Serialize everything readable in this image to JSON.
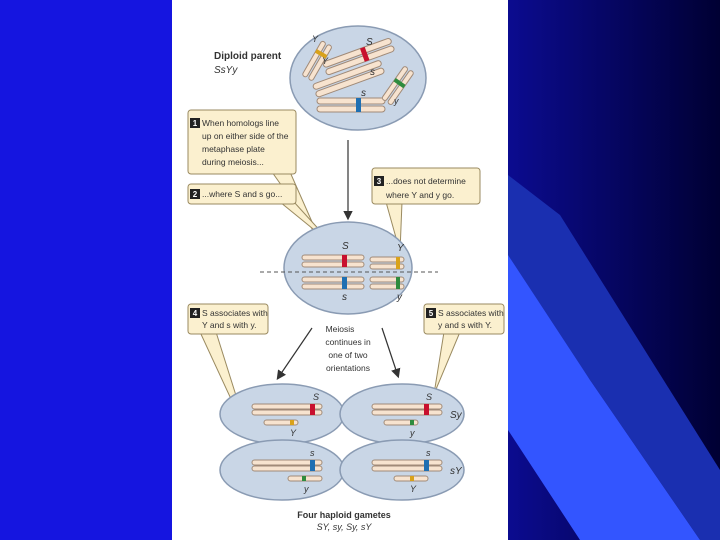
{
  "colors": {
    "slide_left": "#1515e0",
    "slide_right": "#000033",
    "stripe_light": "#3355ff",
    "stripe_dark": "#1a2fb0",
    "cell_fill": "#c9d6e6",
    "cell_stroke": "#8a9bb3",
    "callout_fill": "#fbf0cf",
    "callout_stroke": "#9a8a60",
    "chrom_fill": "#f7e3cf",
    "chrom_stroke": "#a08a78",
    "band_S": "#c8102e",
    "band_s": "#1f6fb2",
    "band_Y": "#d9a21a",
    "band_y": "#2e8b3e",
    "arrow": "#333333"
  },
  "diagram": {
    "parent_label": "Diploid parent",
    "parent_genotype": "SsYy",
    "parent_allele_S": "S",
    "parent_allele_s_top": "s",
    "parent_allele_s_bottom": "s",
    "parent_allele_Y": "Y",
    "parent_allele_Y2": "Y",
    "parent_allele_y": "y",
    "step1": {
      "number": "1",
      "line1": "When homologs line",
      "line2": "up on either side of the",
      "line3": "metaphase plate",
      "line4": "during meiosis..."
    },
    "step2": {
      "number": "2",
      "line1": "...where S and s go..."
    },
    "step3": {
      "number": "3",
      "line1": "...does not determine",
      "line2": "where Y and y go."
    },
    "step4": {
      "number": "4",
      "line1": "S associates with",
      "line2": "Y and s with y."
    },
    "step5": {
      "number": "5",
      "line1": "S associates with",
      "line2": "y and s with Y."
    },
    "mid_label_S": "S",
    "mid_label_s": "s",
    "mid_label_Y": "Y",
    "mid_label_y": "y",
    "meiosis_line1": "Meiosis",
    "meiosis_line2": "continues in",
    "meiosis_line3": "one of two",
    "meiosis_line4": "orientations",
    "gametes": [
      {
        "allele1": "S",
        "allele2": "Y",
        "genotype": "SY"
      },
      {
        "allele1": "S",
        "allele2": "y",
        "genotype": "Sy"
      },
      {
        "allele1": "s",
        "allele2": "y",
        "genotype": "sy"
      },
      {
        "allele1": "s",
        "allele2": "Y",
        "genotype": "sY"
      }
    ],
    "caption_title": "Four haploid gametes",
    "caption_genotypes": "SY, sy, Sy, sY"
  }
}
